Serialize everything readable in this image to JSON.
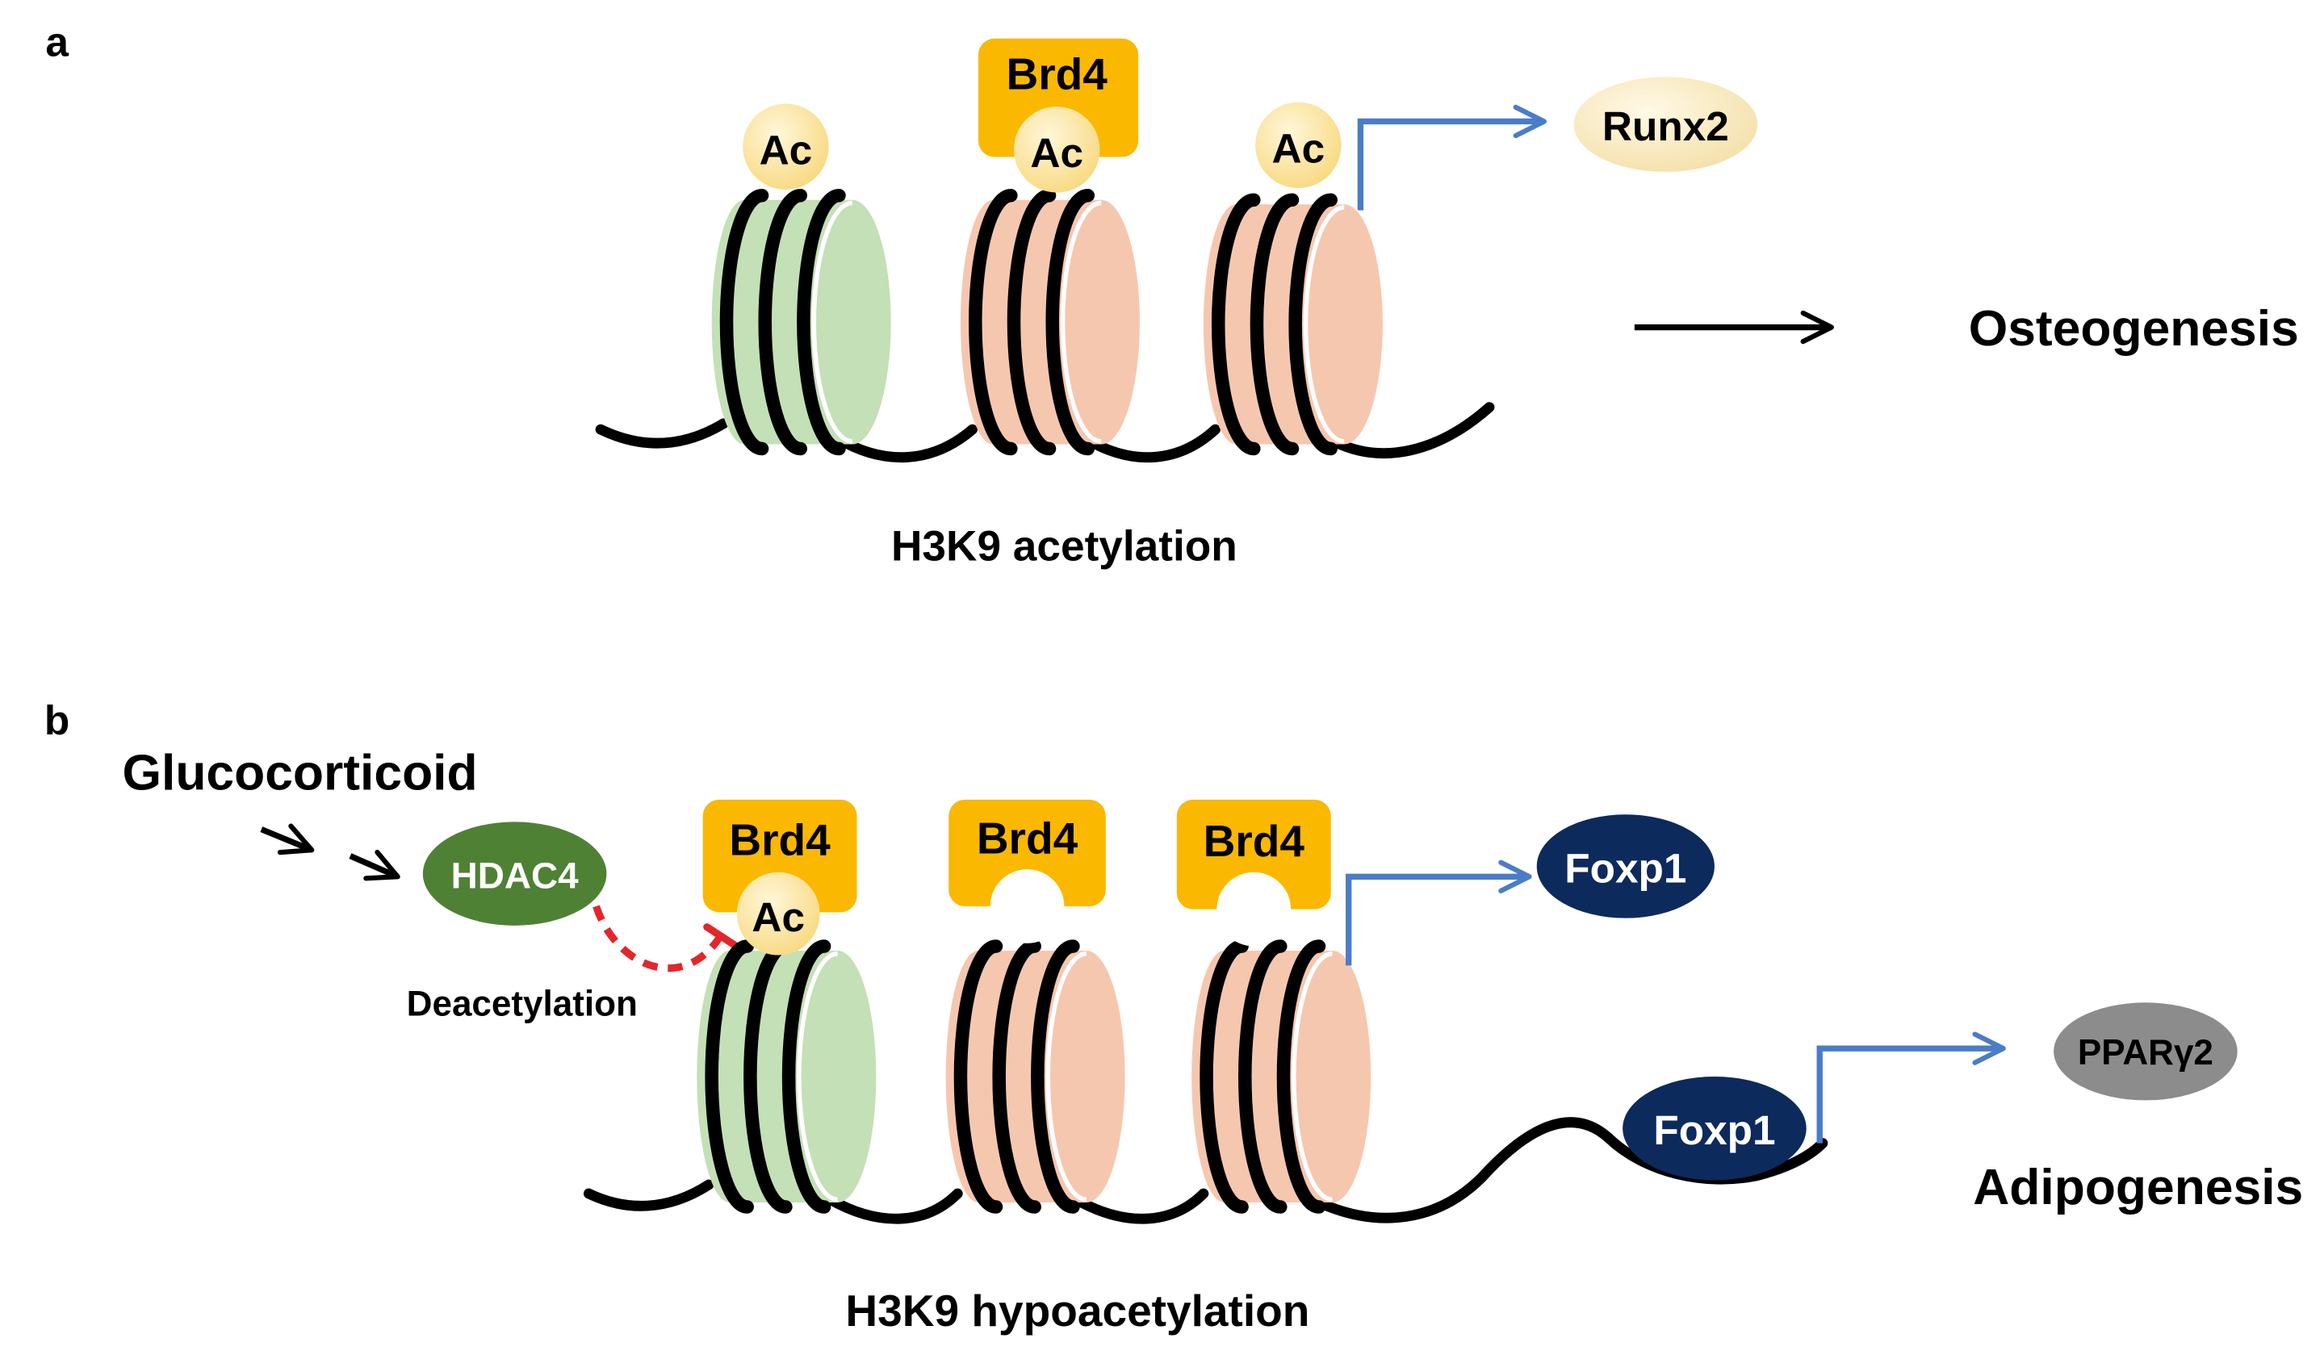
{
  "panel_a": {
    "label": "a",
    "histone_marks": [
      "Ac",
      "Ac",
      "Ac"
    ],
    "reader": "Brd4",
    "target_gene": "Runx2",
    "outcome": "Osteogenesis",
    "caption": "H3K9 acetylation"
  },
  "panel_b": {
    "label": "b",
    "stimulus": "Glucocorticoid",
    "enzyme": "HDAC4",
    "process": "Deacetylation",
    "histone_mark": "Ac",
    "readers": [
      "Brd4",
      "Brd4",
      "Brd4"
    ],
    "transcription_factor": "Foxp1",
    "bound_factor": "Foxp1",
    "downstream_gene": "PPARγ2",
    "outcome": "Adipogenesis",
    "caption": "H3K9 hypoacetylation"
  },
  "colors": {
    "nucleosome_green": "#C4E0B6",
    "nucleosome_peach": "#F6C7AF",
    "brd4": "#FBB800",
    "ac_light": "#FFF7DA",
    "ac_dark": "#F8D97F",
    "runx2_light": "#FFF9E6",
    "runx2_dark": "#F4E0AA",
    "hdac4": "#4F8134",
    "foxp1": "#0C2A5C",
    "pparg2": "#8C8C8C",
    "pparg2_text": "#E6E6E6",
    "transcription_arrow": "#4A7CC8",
    "inhibition": "#E3262A",
    "dna": "#000000"
  }
}
